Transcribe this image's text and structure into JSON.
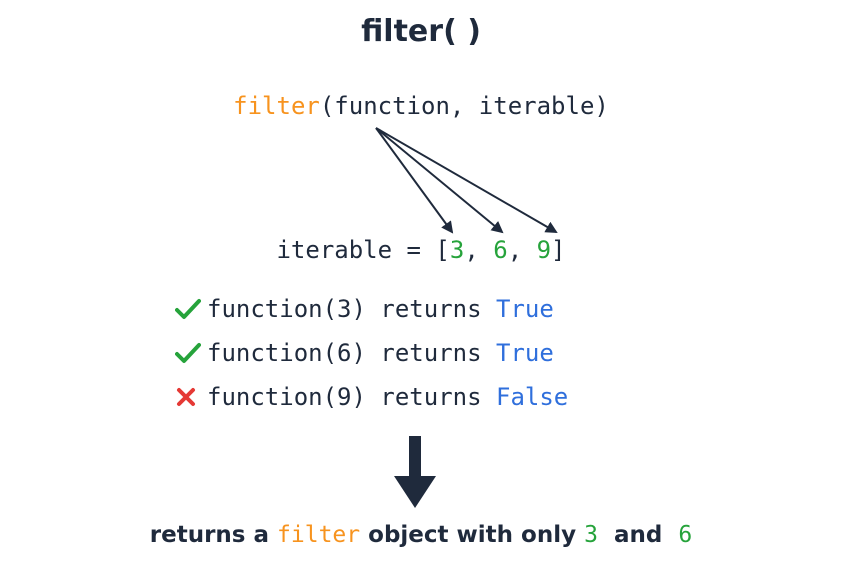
{
  "title": "filter( )",
  "signature": {
    "func": "filter",
    "open": "(",
    "arg1": "function",
    "sep": ", ",
    "arg2": "iterable",
    "close": ")"
  },
  "iterable": {
    "prefix": "iterable = [",
    "values": [
      "3",
      "6",
      "9"
    ],
    "sep": ", ",
    "suffix": "]"
  },
  "results": [
    {
      "call": "function(3)",
      "word": " returns ",
      "value": "True",
      "passed": true,
      "icon": "check-icon"
    },
    {
      "call": "function(6)",
      "word": " returns ",
      "value": "True",
      "passed": true,
      "icon": "check-icon"
    },
    {
      "call": "function(9)",
      "word": " returns ",
      "value": "False",
      "passed": false,
      "icon": "cross-icon"
    }
  ],
  "conclusion": {
    "part1": "returns a ",
    "keyword": "filter",
    "part2": " object with only ",
    "value1": "3",
    "part3": "  and  ",
    "value2": "6"
  },
  "colors": {
    "text": "#1f2a3c",
    "keyword": "#f7931e",
    "number": "#26a33b",
    "boolean": "#2f6fdc",
    "cross": "#e53935"
  }
}
